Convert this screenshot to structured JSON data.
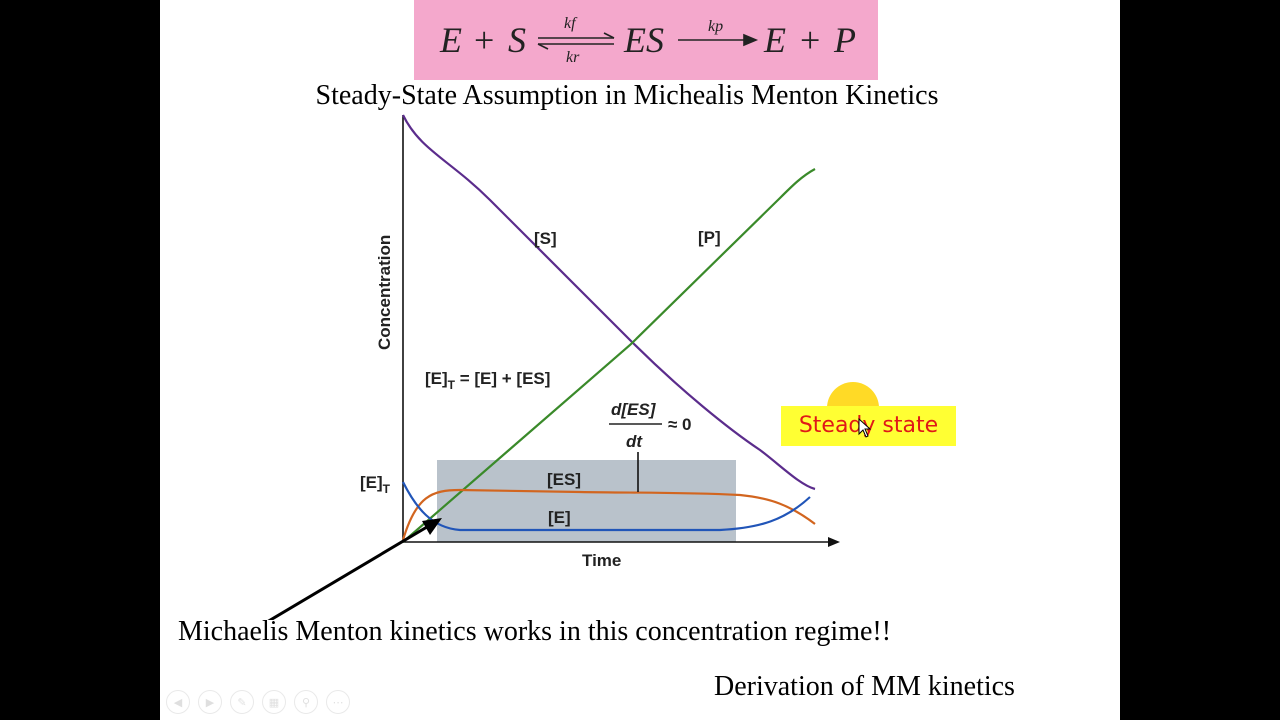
{
  "equation": {
    "lhs_e": "E",
    "lhs_plus": "+",
    "lhs_s": "S",
    "kf": "kf",
    "kr": "kr",
    "es": "ES",
    "kp": "kp",
    "rhs_e": "E",
    "rhs_plus": "+",
    "rhs_p": "P"
  },
  "slide": {
    "title": "Steady-State Assumption in Michealis Menton Kinetics",
    "caption": "Michaelis Menton kinetics works in this concentration regime!!",
    "link_text": "Derivation of MM kinetics"
  },
  "highlight": {
    "steady_state": "Steady state"
  },
  "graph": {
    "y_axis_label": "Concentration",
    "x_axis_label": "Time",
    "label_s": "[S]",
    "label_p": "[P]",
    "label_es": "[ES]",
    "label_e": "[E]",
    "label_et_left": "[E]",
    "label_et_left_sub": "T",
    "total_pre": "[E]",
    "total_sub": "T",
    "total_post": " = [E] + [ES]",
    "deriv_num": "d[ES]",
    "deriv_den": "dt",
    "deriv_approx": "≈ 0",
    "colors": {
      "s": "#5b2c8c",
      "p": "#3a8a2a",
      "es": "#d2651f",
      "e": "#2155b8",
      "steady_region": "#b9c2cb"
    }
  },
  "toolbar": {
    "buttons": [
      "previous-icon",
      "next-icon",
      "pen-icon",
      "slides-icon",
      "zoom-icon",
      "more-icon"
    ]
  }
}
